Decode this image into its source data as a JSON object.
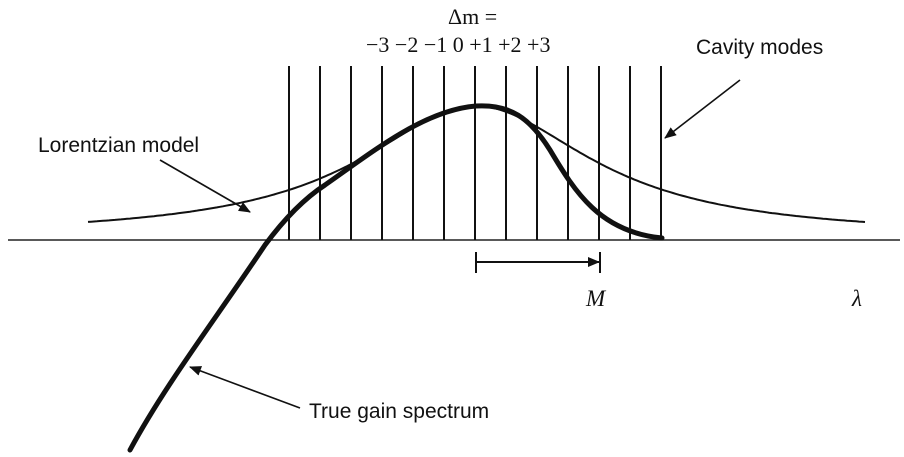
{
  "labels": {
    "delta_m": "Δm =",
    "mode_indices": "−3 −2 −1 0 +1 +2 +3",
    "cavity_modes": "Cavity modes",
    "lorentzian_model": "Lorentzian model",
    "true_gain_spectrum": "True gain spectrum",
    "spacing_symbol": "M",
    "wavelength_symbol": "λ"
  },
  "colors": {
    "ink": "#111111",
    "axis": "#222222"
  }
}
